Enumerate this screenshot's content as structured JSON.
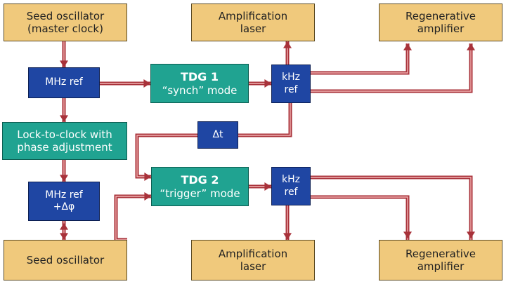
{
  "nodes": {
    "seed_master": [
      "Seed oscillator",
      "(master clock)"
    ],
    "amp_laser_top": [
      "Amplification",
      "laser"
    ],
    "regen_top": [
      "Regenerative",
      "amplifier"
    ],
    "mhz_ref": [
      "MHz ref"
    ],
    "tdg1": [
      "TDG 1",
      "“synch” mode"
    ],
    "khz_ref_top": [
      "kHz",
      "ref"
    ],
    "lock_to_clock": [
      "Lock-to-clock with",
      "phase adjustment"
    ],
    "delta_t": [
      "Δt"
    ],
    "tdg2": [
      "TDG 2",
      "“trigger” mode"
    ],
    "khz_ref_bottom": [
      "kHz",
      "ref"
    ],
    "mhz_ref_phase": [
      "MHz ref",
      "+Δφ"
    ],
    "seed_oscillator": [
      "Seed oscillator"
    ],
    "amp_laser_bottom": [
      "Amplification",
      "laser"
    ],
    "regen_bottom": [
      "Regenerative",
      "amplifier"
    ]
  },
  "colors": {
    "tan_box": "#f0c97c",
    "blue_box": "#1f46a3",
    "teal_box": "#20a391",
    "wire": "#a8323a",
    "wire_highlight": "#f3b3b3"
  }
}
